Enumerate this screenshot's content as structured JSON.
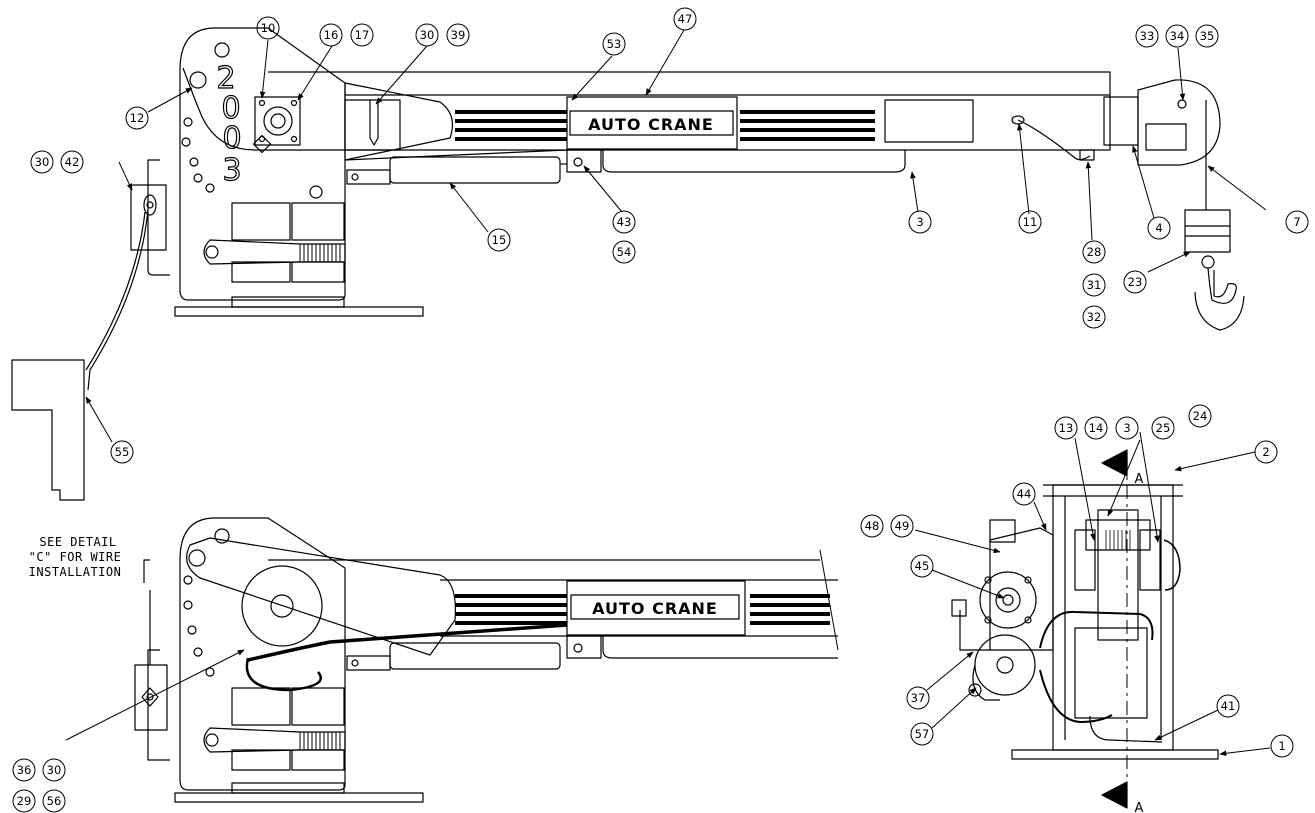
{
  "logo_text": "AUTO CRANE",
  "cap_digits": [
    "2",
    "0",
    "0",
    "3"
  ],
  "note_lines": [
    "SEE DETAIL",
    "\"C\" FOR WIRE",
    "INSTALLATION"
  ],
  "section_labels": [
    "A",
    "A"
  ],
  "callouts": {
    "c1": "1",
    "c2": "2",
    "c3": "3",
    "c3b": "3",
    "c4": "4",
    "c7": "7",
    "c10": "10",
    "c11": "11",
    "c12": "12",
    "c13": "13",
    "c14": "14",
    "c15": "15",
    "c16": "16",
    "c17": "17",
    "c23": "23",
    "c24": "24",
    "c25": "25",
    "c28": "28",
    "c29": "29",
    "c30a": "30",
    "c30b": "30",
    "c30c": "30",
    "c31": "31",
    "c32": "32",
    "c33": "33",
    "c34": "34",
    "c35": "35",
    "c36": "36",
    "c37": "37",
    "c39": "39",
    "c41": "41",
    "c42": "42",
    "c43": "43",
    "c44": "44",
    "c45": "45",
    "c47": "47",
    "c48": "48",
    "c49": "49",
    "c53": "53",
    "c54": "54",
    "c55": "55",
    "c56": "56",
    "c57": "57"
  }
}
